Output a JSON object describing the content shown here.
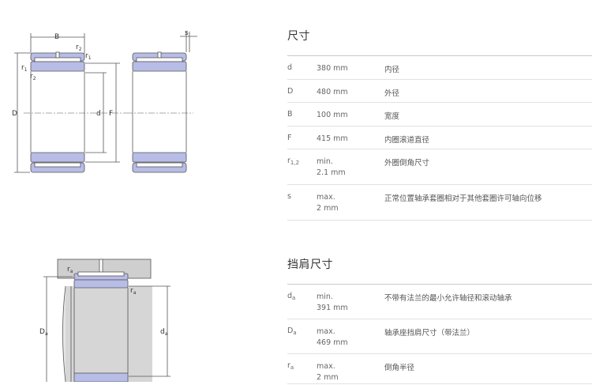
{
  "dimensions": {
    "title": "尺寸",
    "rows": [
      {
        "symbol": "d",
        "sub": "",
        "value1": "380 mm",
        "value2": "",
        "desc": "内径"
      },
      {
        "symbol": "D",
        "sub": "",
        "value1": "480 mm",
        "value2": "",
        "desc": "外径"
      },
      {
        "symbol": "B",
        "sub": "",
        "value1": "100 mm",
        "value2": "",
        "desc": "宽度"
      },
      {
        "symbol": "F",
        "sub": "",
        "value1": "415 mm",
        "value2": "",
        "desc": "内圈滚道直径"
      },
      {
        "symbol": "r",
        "sub": "1,2",
        "value1": "min.",
        "value2": "2.1 mm",
        "desc": "外圈倒角尺寸"
      },
      {
        "symbol": "s",
        "sub": "",
        "value1": "max.",
        "value2": "2 mm",
        "desc": "正常位置轴承套圈相对于其他套圈许可轴向位移"
      }
    ]
  },
  "abutment": {
    "title": "挡肩尺寸",
    "rows": [
      {
        "symbol": "d",
        "sub": "a",
        "value1": "min.",
        "value2": "391 mm",
        "desc": "不带有法兰的最小允许轴径和滚动轴承"
      },
      {
        "symbol": "D",
        "sub": "a",
        "value1": "max.",
        "value2": "469 mm",
        "desc": "轴承座挡肩尺寸（带法兰）"
      },
      {
        "symbol": "r",
        "sub": "a",
        "value1": "max.",
        "value2": "2 mm",
        "desc": "倒角半径"
      }
    ]
  },
  "drawing1": {
    "label_B": "B",
    "label_r2_top": "r",
    "label_r2_top_sub": "2",
    "label_r1_top": "r",
    "label_r1_top_sub": "1",
    "label_r1_left": "r",
    "label_r1_left_sub": "1",
    "label_r2_left": "r",
    "label_r2_left_sub": "2",
    "label_D": "D",
    "label_d": "d",
    "label_F": "F",
    "label_s": "s"
  },
  "drawing2": {
    "label_ra_top": "r",
    "label_ra_top_sub": "a",
    "label_ra_inner": "r",
    "label_ra_inner_sub": "a",
    "label_Da": "D",
    "label_Da_sub": "a",
    "label_da": "d",
    "label_da_sub": "a"
  },
  "colors": {
    "ring_fill": "#b7bde6",
    "ring_stroke": "#555",
    "shaft": "#d6d6d6",
    "housing": "#cfcfcf"
  }
}
